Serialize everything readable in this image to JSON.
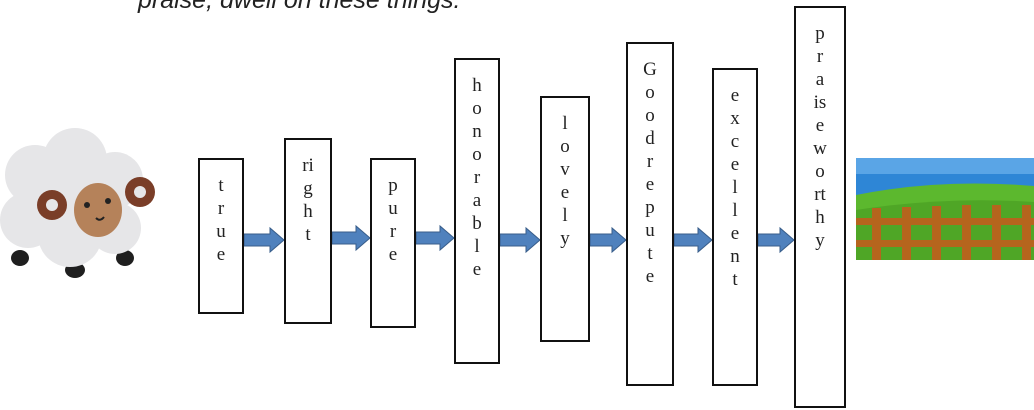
{
  "caption": "praise, dwell on these things.",
  "words": [
    {
      "lines": [
        "t",
        "r",
        "u",
        "e"
      ]
    },
    {
      "lines": [
        "ri",
        "g",
        "h",
        "t"
      ]
    },
    {
      "lines": [
        "p",
        "u",
        "r",
        "e"
      ]
    },
    {
      "lines": [
        "h",
        "o",
        "n",
        "o",
        "r",
        "a",
        "b",
        "l",
        "e"
      ]
    },
    {
      "lines": [
        "l",
        "o",
        "v",
        "e",
        "l",
        "y"
      ]
    },
    {
      "lines": [
        "G",
        "o",
        "o",
        "d",
        "r",
        "e",
        "p",
        "u",
        "t",
        "e"
      ]
    },
    {
      "lines": [
        "e",
        "x",
        "c",
        "e",
        "l",
        "l",
        "e",
        "n",
        "t"
      ]
    },
    {
      "lines": [
        "p",
        "r",
        "a",
        "is",
        "e",
        "w",
        "o",
        "rt",
        "h",
        "y"
      ]
    }
  ],
  "colors": {
    "arrow": "#4F81BD",
    "arrow_stroke": "#385D8A",
    "sheep_wool": "#E6E6E8",
    "sheep_face": "#B5825A",
    "sheep_horn": "#7A3E28",
    "sky": "#2E86D6",
    "grass": "#5CB82E",
    "fence": "#B5651D"
  },
  "icons": {
    "sheep": "sheep-icon",
    "pasture": "pasture-fence-image"
  }
}
